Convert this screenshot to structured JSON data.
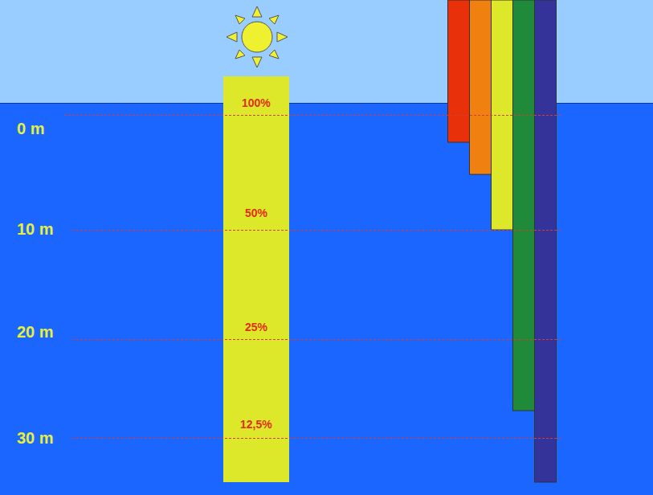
{
  "diagram": {
    "labels": [
      "0 m",
      "10 m",
      "20 m",
      "30 m",
      "100%",
      "50%",
      "25%",
      "12,5%"
    ]
  }
}
